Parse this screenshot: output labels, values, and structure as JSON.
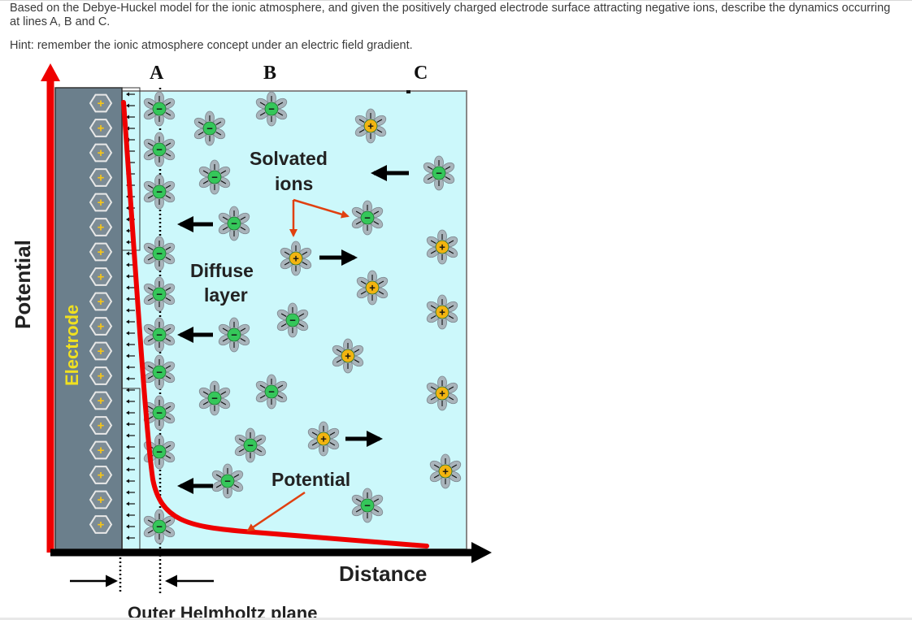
{
  "question": {
    "text": "Based on the Debye-Huckel model for the ionic atmosphere,  and given the positively charged electrode surface attracting negative ions, describe the dynamics occurring at lines A, B and C.",
    "hint": "Hint: remember the ionic atmosphere concept under an electric field gradient."
  },
  "diagram": {
    "line_labels": [
      "A",
      "B",
      "C"
    ],
    "y_axis_label": "Potential",
    "x_axis_label": "Distance",
    "electrode_label": "Electrode",
    "annotations": {
      "solvated_ions_1": "Solvated",
      "solvated_ions_2": "ions",
      "diffuse_layer_1": "Diffuse",
      "diffuse_layer_2": "layer",
      "potential": "Potential",
      "outer_helmholtz_plane": "Outer Helmholtz plane"
    },
    "charge_symbols": {
      "positive": "+",
      "negative": "−"
    },
    "colors": {
      "solution": "#ccf8fb",
      "electrode": "#6b7f8c",
      "potential_curve": "#ee0000",
      "positive_ion": "#f2b410",
      "negative_ion": "#35c75a",
      "annotation_arrow": "#e04010"
    }
  }
}
